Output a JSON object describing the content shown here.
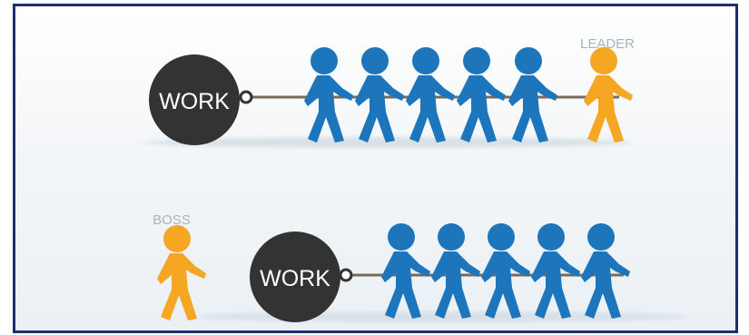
{
  "scene": {
    "top_row": {
      "weight_label": "WORK",
      "role_label": "LEADER",
      "team_color": "#1d75bc",
      "role_color": "#f5a623"
    },
    "bottom_row": {
      "weight_label": "WORK",
      "role_label": "BOSS",
      "team_color": "#1d75bc",
      "role_color": "#f5a623"
    },
    "colors": {
      "frame": "#1e2f6e",
      "weight": "#333333",
      "rope": "#7a6a5a",
      "label_gray": "#a9b3bc"
    }
  }
}
